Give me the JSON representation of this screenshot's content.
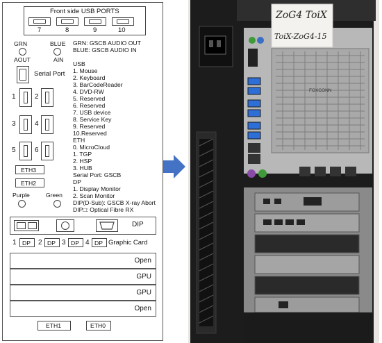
{
  "panel": {
    "usb_title": "Front side USB PORTS",
    "usb_numbers": [
      "7",
      "8",
      "9",
      "10"
    ],
    "grn": "GRN",
    "blue": "BLUE",
    "aout": "AOUT",
    "ain": "AIN",
    "serial_port": "Serial Port",
    "usb_pair_labels": [
      "1",
      "2",
      "3",
      "4",
      "5",
      "6"
    ],
    "eth3": "ETH3",
    "eth2": "ETH2",
    "purple": "Purple",
    "green": "Green",
    "legend": [
      "GRN: GSCB AUDIO OUT",
      "BLUE: GSCB AUDIO IN",
      "",
      "USB",
      "1. Mouse",
      "2. Keyboard",
      "3. BarCodeReader",
      "4. DVD-RW",
      "5. Reserved",
      "6. Reserved",
      "7. USB device",
      "8. Service Key",
      "9. Reserved",
      "10.Reserved",
      "ETH",
      "0. MicroCloud",
      "1. TGP",
      "2. HSP",
      "3. HUB",
      "Serial Port: GSCB",
      "DP",
      "1. Display Monitor",
      "2. Scan Monitor",
      "DIP(D-Sub): GSCB X-ray Abort",
      "DIP□: Optical Fibre RX"
    ],
    "dip": "DIP",
    "dp_numbers": [
      "1",
      "2",
      "3",
      "4"
    ],
    "dp_label": "DP",
    "graphic_card": "Graphic Card",
    "slots": [
      "Open",
      "GPU",
      "GPU",
      "Open"
    ],
    "eth1": "ETH1",
    "eth0": "ETH0"
  },
  "photo": {
    "handwritten_label_line1": "ZoG4 ToiX",
    "handwritten_label_line2": "ToiX-ZoG4-15",
    "brand_text": "FOXCONN"
  },
  "colors": {
    "arrow": "#4472c4",
    "chassis": "#1b1b1b",
    "bracket": "#9a9a9a"
  }
}
